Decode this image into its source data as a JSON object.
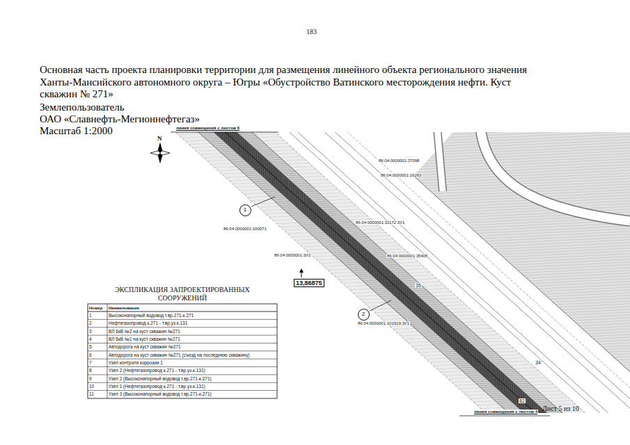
{
  "diagram": {
    "title": "Основная часть проекта планировки территории для размещения линейного объекта регионального значения Ханты-Мансийского автономного округа – Югры «Обустройство Ватинского месторождения нефти. Куст скважин № 271»",
    "nodes": [
      {
        "text": [
          "1"
        ]
      },
      {
        "text": [
          "2"
        ]
      }
    ],
    "labels": [
      "183",
      "Землепользователь",
      "ОАО «Славнефть-Мегионнефтегаз»",
      "Масштаб 1:2000",
      "линия совмещения с листом 6",
      "N",
      "86:04:0000001:37098",
      "86:04:0000001:16263",
      "86:04:0000001:31172:ЗУ1",
      "86:04:0000001:100071",
      "86:04:0000001:ЗУ2",
      "86:04:0000001:35405",
      "13,86875",
      "35",
      "86:04:0000001:101919:ЗУ1",
      "ЭКСПЛИКАЦИЯ ЗАПРОЕКТИРОВАННЫХ СООРУЖЕНИЙ",
      "Номер",
      "Наименование",
      "1",
      "Высоконапорный водовод т.вр.271-к.271",
      "2",
      "Нефтегазопровод к.271 - т.вр.уз.к.131",
      "3",
      "ВЛ 6кВ №2 на куст скважин №271",
      "4",
      "ВЛ 6кВ №1 на куст скважин №271",
      "5",
      "Автодорога на куст скважин №271",
      "6",
      "Автодорога на куст скважин №271 (съезд на последнюю скважину)",
      "7",
      "Узел контроля коррозии 1",
      "8",
      "Узел 2 (Нефтегазопровод к.271 - т.вр.уз.к.131)",
      "9",
      "Узел 2 (Высоконапорный водовод т.вр.271-к.271)",
      "10",
      "Узел 1 (Нефтегазопровод к.271 - т.вр.уз.к.131)",
      "11",
      "Узел 3 (Высоконапорный водовод т.вр.271-к.271)",
      "34",
      "82",
      "линия совмещения с листом 4",
      "Лист 5 из 10"
    ]
  }
}
